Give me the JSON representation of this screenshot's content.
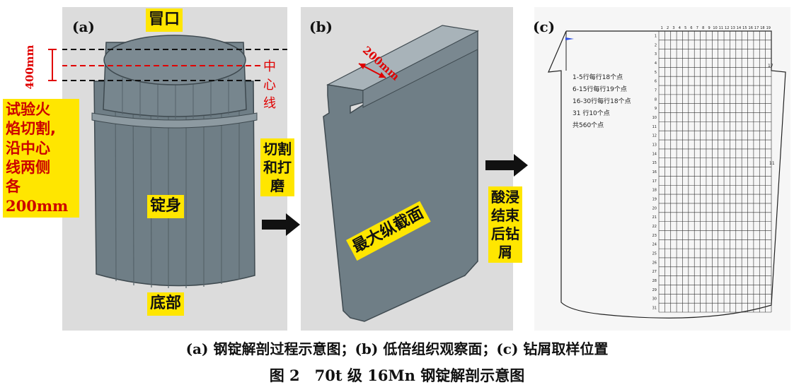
{
  "panel_a": {
    "label": "(a)",
    "riser": "冒口",
    "center_line": "中心线",
    "dimension": "400mm",
    "left_note_lines": [
      "试验火",
      "焰切割,",
      "沿中心",
      "线两侧",
      "各",
      "200mm"
    ],
    "body": "锭身",
    "bottom": "底部"
  },
  "arrow_ab": {
    "lines": [
      "切割",
      "和打",
      "磨"
    ]
  },
  "panel_b": {
    "label": "(b)",
    "dimension": "200mm",
    "section": "最大纵截面"
  },
  "arrow_bc": {
    "lines": [
      "酸浸",
      "结束",
      "后钻",
      "屑"
    ]
  },
  "panel_c": {
    "label": "(c)",
    "notes": [
      "1-5行每行18个点",
      "6-15行每行19个点",
      "16-30行每行18个点",
      "31 行10个点",
      "共560个点"
    ],
    "col_numbers": [
      "1",
      "2",
      "3",
      "4",
      "5",
      "6",
      "7",
      "8",
      "9",
      "10",
      "11",
      "12",
      "13",
      "14",
      "15",
      "16",
      "17",
      "18",
      "19"
    ],
    "row_numbers": [
      "1",
      "2",
      "3",
      "4",
      "5",
      "6",
      "7",
      "8",
      "9",
      "10",
      "11",
      "12",
      "13",
      "14",
      "15",
      "16",
      "17",
      "18",
      "19",
      "20",
      "21",
      "22",
      "23",
      "24",
      "25",
      "26",
      "27",
      "28",
      "29",
      "30",
      "31"
    ],
    "edge_labels": [
      "17",
      "11"
    ]
  },
  "captions": {
    "sub": "(a) 钢锭解剖过程示意图；(b) 低倍组织观察面；(c) 钻屑取样位置",
    "main": "图 2　70t 级 16Mn 钢锭解剖示意图"
  },
  "colors": {
    "highlight": "#ffe600",
    "red_text": "#cc0000",
    "steel": "#6f7e86"
  }
}
